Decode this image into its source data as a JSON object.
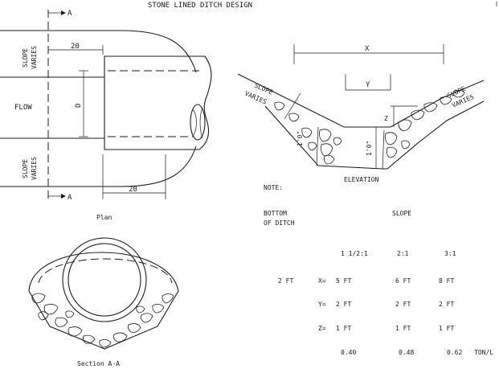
{
  "title": "STONE LINED DITCH DESIGN",
  "plan": {
    "caption": "Plan",
    "section_marker": "A",
    "slope_varies": [
      "SLOPE",
      "VARIES"
    ],
    "flow": "FLOW",
    "dim_top": "20",
    "dim_bottom": "20",
    "dim_d": "D"
  },
  "section": {
    "caption": "Section A-A"
  },
  "elevation": {
    "caption": "ELEVATION",
    "x_label": "X",
    "y_label": "Y",
    "z_label": "Z",
    "depth_left": "1'0\"",
    "depth_mid": "1'0\"",
    "slope_varies_left": [
      "SLOPE",
      "VARIES"
    ],
    "slope_varies_right": [
      "SLOPE",
      "VARIES"
    ]
  },
  "note": {
    "label": "NOTE:",
    "col_head_1": [
      "BOTTOM",
      "OF DITCH"
    ],
    "col_head_2": "SLOPE",
    "slopes": [
      "1 1/2:1",
      "2:1",
      "3:1"
    ],
    "bottom_width": "2 FT",
    "rows": [
      {
        "label": "X=",
        "values": [
          "5 FT",
          "6 FT",
          "8 FT"
        ]
      },
      {
        "label": "Y=",
        "values": [
          "2 FT",
          "2 FT",
          "2 FT"
        ]
      },
      {
        "label": "Z=",
        "values": [
          "1 FT",
          "1 FT",
          "1 FT"
        ]
      }
    ],
    "tonnage": [
      "0.40",
      "0.48",
      "0.62"
    ],
    "tonnage_unit": "TON/L"
  }
}
